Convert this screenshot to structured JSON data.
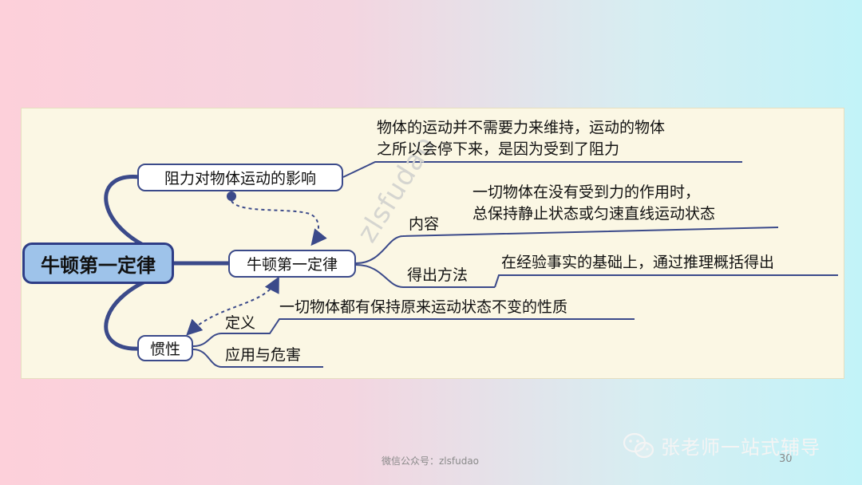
{
  "diagram": {
    "root": "牛顿第一定律",
    "branch_resistance": {
      "label": "阻力对物体运动的影响",
      "detail_line1": "物体的运动并不需要力来维持，运动的物体",
      "detail_line2": "之所以会停下来，是因为受到了阻力"
    },
    "branch_law": {
      "label": "牛顿第一定律",
      "content_label": "内容",
      "content_line1": "一切物体在没有受到力的作用时，",
      "content_line2": "总保持静止状态或匀速直线运动状态",
      "method_label": "得出方法",
      "method_text": "在经验事实的基础上，通过推理概括得出"
    },
    "branch_inertia": {
      "label": "惯性",
      "definition_label": "定义",
      "definition_text": "一切物体都有保持原来运动状态不变的性质",
      "application_label": "应用与危害"
    },
    "colors": {
      "line": "#3b4a8a",
      "root_fill": "#9ec3ea",
      "panel": "#fbf7e4"
    }
  },
  "watermark": "zlsfudao",
  "footer": {
    "wechat_account": "微信公众号：zlsfudao",
    "page_number": "30"
  },
  "brand": {
    "icon": "wechat-icon",
    "name": "张老师一站式辅导"
  }
}
